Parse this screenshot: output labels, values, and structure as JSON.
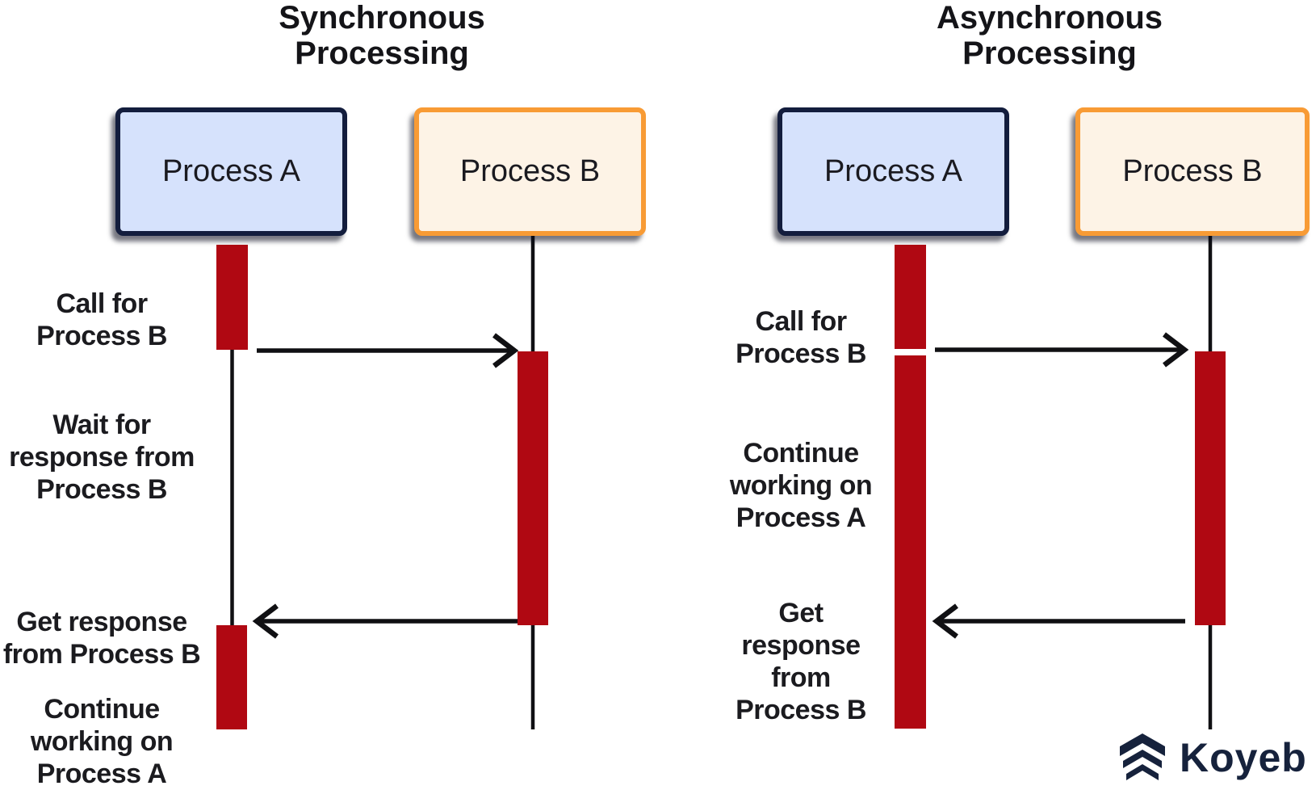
{
  "colors": {
    "background": "#ffffff",
    "activation_bar_red": "#B00812",
    "process_a_fill": "#D6E2FC",
    "process_a_border": "#131D3D",
    "process_b_fill": "#FDF3E6",
    "process_b_border": "#F89B35",
    "line_black": "#101013",
    "text_dark": "#1b1b1f",
    "logo_navy": "#16223C"
  },
  "sync": {
    "title": "Synchronous\nProcessing",
    "process_a_label": "Process A",
    "process_b_label": "Process B",
    "steps": {
      "call": "Call for\nProcess B",
      "wait": "Wait for\nresponse from\nProcess B",
      "get": "Get response\nfrom Process B",
      "continue": "Continue\nworking on\nProcess A"
    }
  },
  "async": {
    "title": "Asynchronous\nProcessing",
    "process_a_label": "Process A",
    "process_b_label": "Process B",
    "steps": {
      "call": "Call for\nProcess B",
      "continue": "Continue\nworking on\nProcess A",
      "get": "Get\nresponse\nfrom\nProcess B"
    }
  },
  "logo": {
    "text": "Koyeb"
  }
}
